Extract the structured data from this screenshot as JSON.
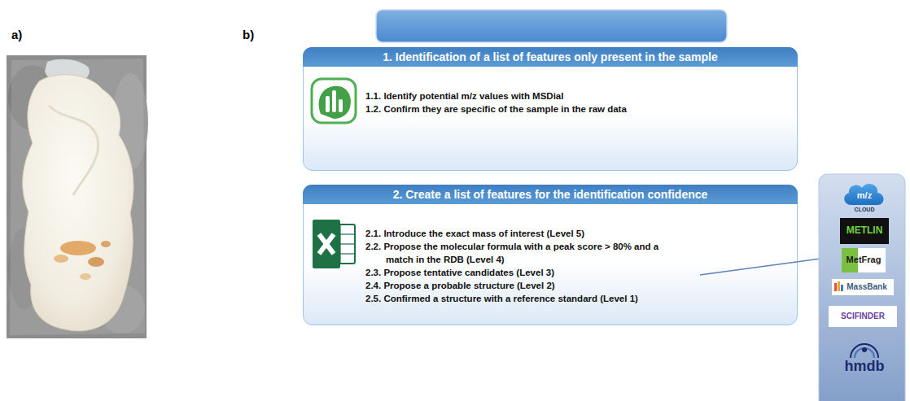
{
  "diagram": {
    "nodes": [
      {
        "text": [
          "1. Identification of a list of features only present in the sample",
          "1.1. Identify potential m/z values with MSDial",
          "1.2. Confirm they are specific of the sample in the raw data"
        ]
      },
      {
        "text": [
          "2. Create a list of features for the identification confidence",
          "2.1. Introduce the exact mass of interest (Level 5)",
          "2.2. Propose the molecular formula with a peak score > 80% and a match in the RDB (Level 4)",
          "2.3. Propose tentative candidates (Level 3)",
          "2.4. Propose a probable structure (Level 2)",
          "2.5. Confirmed a structure with a reference standard (Level 1)"
        ]
      }
    ],
    "labels": [
      "a)",
      "b)",
      "m/z",
      "CLOUD",
      "METLIN",
      "MetFrag",
      "MassBank",
      "SCIFINDER",
      "hmdb"
    ]
  }
}
